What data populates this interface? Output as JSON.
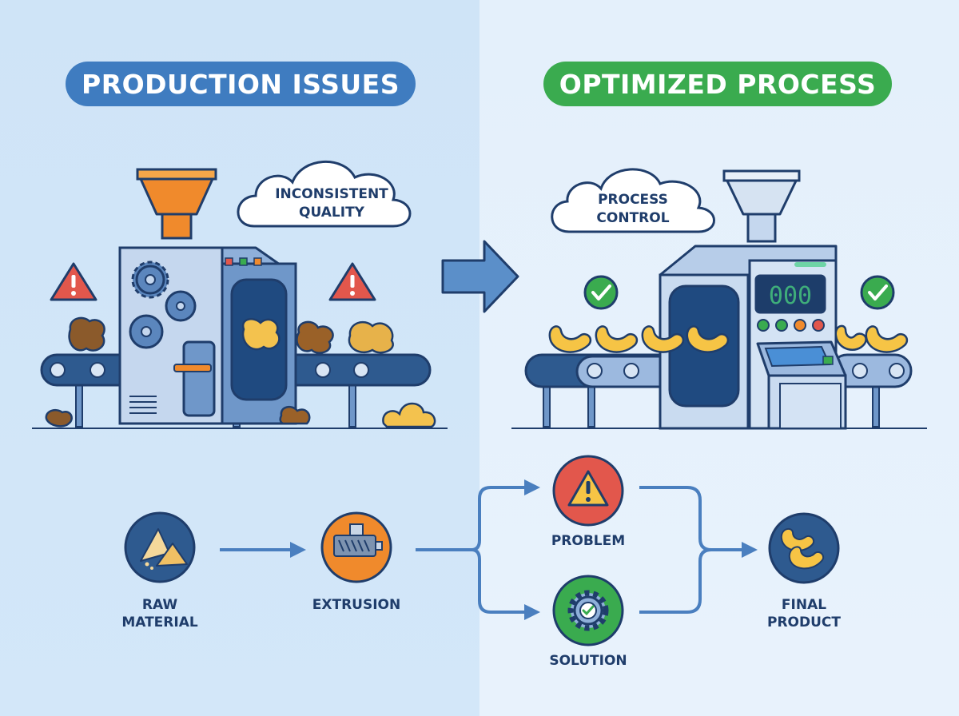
{
  "headings": {
    "left": "PRODUCTION ISSUES",
    "right": "OPTIMIZED PROCESS"
  },
  "clouds": {
    "left": [
      "INCONSISTENT",
      "QUALITY"
    ],
    "right": [
      "PROCESS",
      "CONTROL"
    ]
  },
  "display_readout": "000",
  "flow": {
    "raw_material": [
      "RAW",
      "MATERIAL"
    ],
    "extrusion": "EXTRUSION",
    "problem": "PROBLEM",
    "solution": "SOLUTION",
    "final_product": [
      "FINAL",
      "PRODUCT"
    ]
  },
  "icons": {
    "left_alerts": "warning-triangle-icon",
    "right_checks": "check-circle-icon",
    "transition": "right-arrow-icon",
    "raw_material": "powder-pile-icon",
    "extrusion": "extruder-screw-icon",
    "problem": "warning-icon",
    "solution": "gear-check-icon",
    "final_product": "curl-snack-icon"
  },
  "colors": {
    "problem_blue": "#3f7cc0",
    "optimized_green": "#3aab4f",
    "warning_red": "#e2574c",
    "extrusion_orange": "#f08a2c",
    "outline_navy": "#1f3d6b",
    "snack_yellow": "#f6c445"
  }
}
